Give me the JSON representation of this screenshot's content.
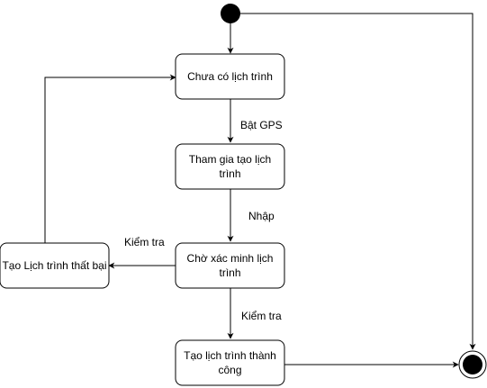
{
  "states": {
    "no_schedule": "Chưa có lịch trình",
    "join_line1": "Tham gia tạo lịch",
    "join_line2": "trình",
    "await_line1": "Chờ xác minh lịch",
    "await_line2": "trình",
    "failed": "Tạo Lịch trình thất bại",
    "success_line1": "Tạo lịch trình thành",
    "success_line2": "công"
  },
  "transitions": {
    "turn_on_gps": "Bật GPS",
    "enter": "Nhập",
    "check_fail": "Kiểm tra",
    "check_success": "Kiểm tra"
  }
}
